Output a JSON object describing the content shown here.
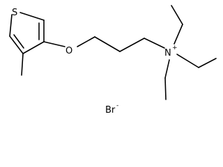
{
  "structure": {
    "atoms": {
      "sulfur": "S",
      "oxygen": "O",
      "nitrogen": "N",
      "nitrogen_charge": "+",
      "bromide": "Br",
      "bromide_charge": "-"
    }
  },
  "colors": {
    "line": "#000000",
    "background": "#ffffff"
  }
}
